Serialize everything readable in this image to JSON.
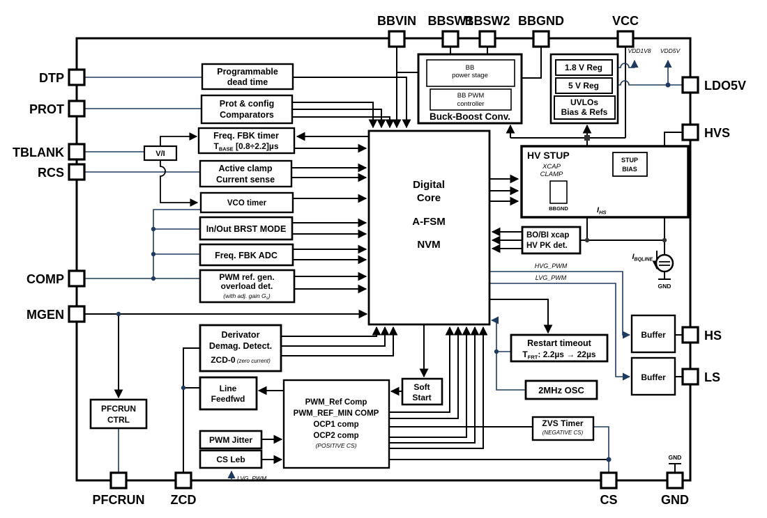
{
  "colors": {
    "wire_black": "#000000",
    "wire_navy": "#1e3a5f",
    "block_fill": "#ffffff",
    "block_border": "#000000",
    "background": "#ffffff"
  },
  "pins": {
    "top": [
      "BBVIN",
      "BBSW1",
      "BBSW2",
      "BBGND",
      "VCC"
    ],
    "left": [
      "DTP",
      "PROT",
      "TBLANK",
      "RCS",
      "COMP",
      "MGEN"
    ],
    "right": [
      "LDO5V",
      "HVS",
      "HS",
      "LS"
    ],
    "bottom": [
      "PFCRUN",
      "ZCD",
      "CS",
      "GND"
    ]
  },
  "blocks": {
    "dead_time": {
      "l1": "Programmable",
      "l2": "dead time"
    },
    "prot_cfg": {
      "l1": "Prot & config",
      "l2": "Comparators"
    },
    "fbk_timer": {
      "l1": "Freq. FBK timer",
      "t": "T",
      "sub": "BASE",
      "rest": " [0.8÷2.2]µs"
    },
    "vi": "V/I",
    "active_clamp": {
      "l1": "Active clamp",
      "l2": "Current sense"
    },
    "vco": "VCO timer",
    "brst": "In/Out BRST MODE",
    "adc": "Freq. FBK ADC",
    "pwm_ref": {
      "l1": "PWM ref. gen.",
      "l2": "overload det.",
      "note_pre": "(with adj. gain G",
      "note_sub": "s",
      "note_post": ")"
    },
    "core": {
      "l1": "Digital",
      "l2": "Core",
      "l3": "A-FSM",
      "l4": "NVM"
    },
    "bb": {
      "stage1": "BB",
      "stage2": "power stage",
      "ctrl1": "BB PWM",
      "ctrl2": "controller",
      "label": "Buck-Boost Conv."
    },
    "regs": {
      "r18": "1.8 V Reg",
      "r5": "5 V Reg",
      "uvlo1": "UVLOs",
      "uvlo2": "Bias & Refs"
    },
    "hv_stup": {
      "title": "HV STUP",
      "clamp1": "XCAP",
      "clamp2": "CLAMP",
      "gnd": "BBGND",
      "ihs_pre": "I",
      "ihs_sub": "HS",
      "bias1": "STUP",
      "bias2": "BIAS"
    },
    "bo_bi": {
      "l1": "BO/BI xcap",
      "l2": "HV PK det."
    },
    "restart": {
      "l1": "Restart timeout",
      "t": "T",
      "sub": "FRT",
      "rest": ": 2.2µs → 22µs"
    },
    "osc": "2MHz OSC",
    "zvs": {
      "l1": "ZVS Timer",
      "l2": "(NEGATIVE CS)"
    },
    "buffer": "Buffer",
    "derivator": {
      "l1": "Derivator",
      "l2": "Demag. Detect.",
      "l3": "ZCD-0",
      "l3note": "(zero current)"
    },
    "line_ff": {
      "l1": "Line",
      "l2": "Feedfwd"
    },
    "jitter": "PWM Jitter",
    "cs_leb": "CS Leb",
    "comp_block": {
      "l1": "PWM_Ref Comp",
      "l2": "PWM_REF_MIN COMP",
      "l3": "OCP1 comp",
      "l4": "OCP2 comp",
      "l5": "(POSITIVE CS)"
    },
    "soft_start": {
      "l1": "Soft",
      "l2": "Start"
    },
    "pfcrun_ctrl": {
      "l1": "PFCRUN",
      "l2": "CTRL"
    }
  },
  "signals": {
    "vdd1v8": "VDD1V8",
    "vdd5v": "VDD5V",
    "hvg": "HVG_PWM",
    "lvg": "LVG_PWM",
    "ibq_pre": "I",
    "ibq_sub": "BQLINE",
    "gnd_small": "GND"
  }
}
